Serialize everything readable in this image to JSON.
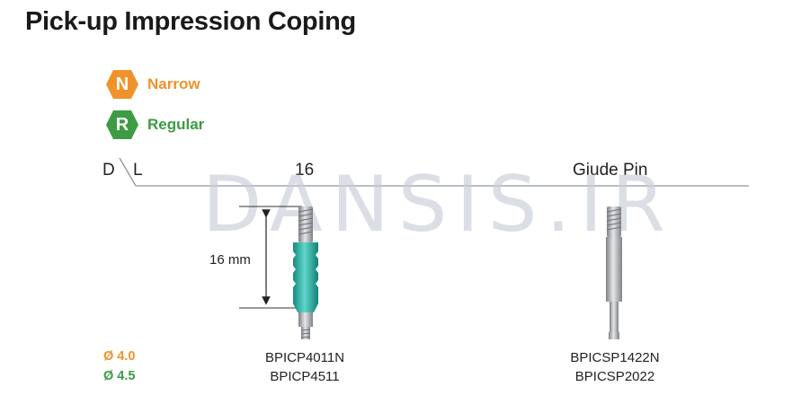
{
  "title": "Pick-up Impression Coping",
  "legend": [
    {
      "letter": "N",
      "label": "Narrow",
      "color": "#f0922b"
    },
    {
      "letter": "R",
      "label": "Regular",
      "color": "#3d9b44"
    }
  ],
  "header": {
    "d": "D",
    "l": "L",
    "col1": "16",
    "col2": "Giude Pin"
  },
  "dimension_label": "16 mm",
  "diameters": [
    "Ø 4.0",
    "Ø 4.5"
  ],
  "products": [
    {
      "codes": [
        "BPICP4011N",
        "BPICP4511"
      ]
    },
    {
      "codes": [
        "BPICSP1422N",
        "BPICSP2022"
      ]
    }
  ],
  "watermark": "DANSIS.IR",
  "colors": {
    "narrow": "#f0922b",
    "regular": "#3d9b44",
    "coping": "#2bb5a8",
    "metal": "#a9abae"
  }
}
